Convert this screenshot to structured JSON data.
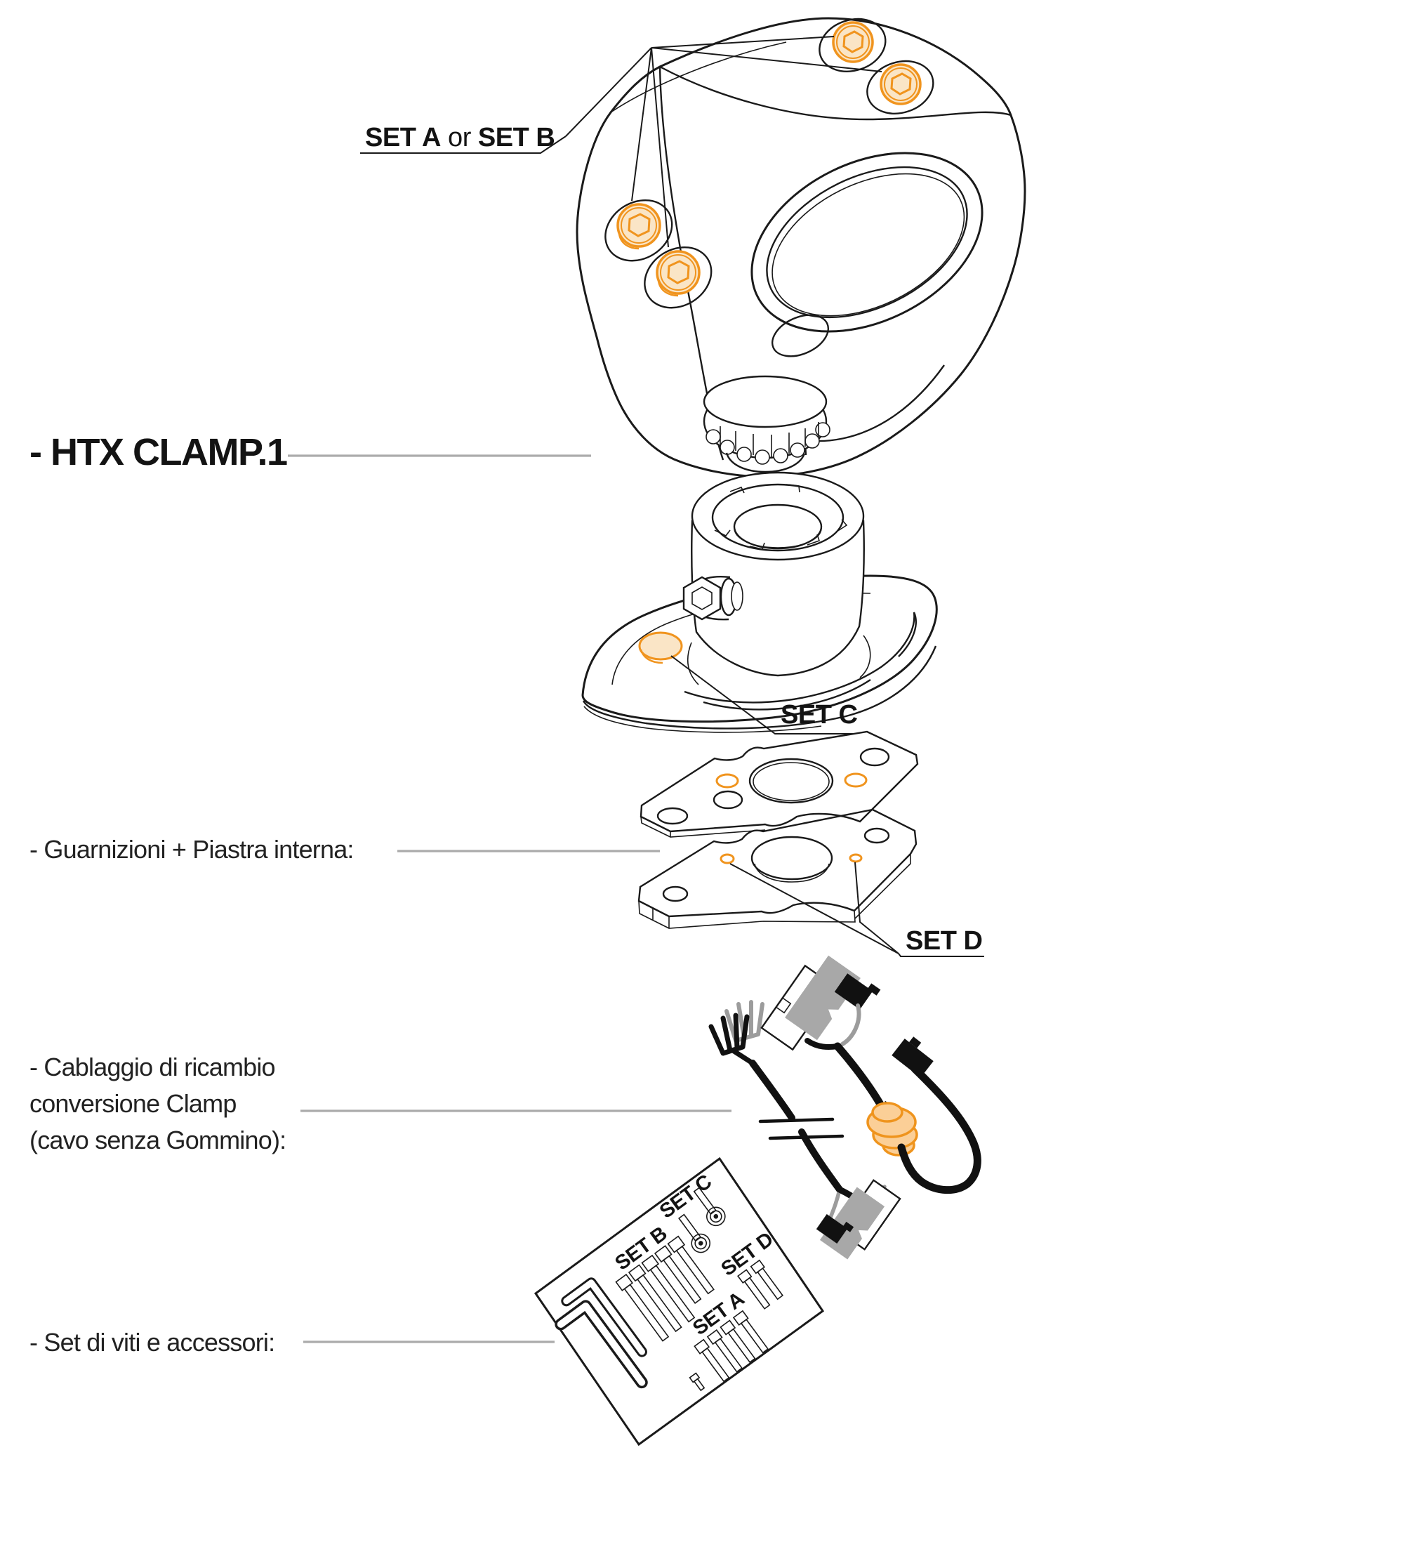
{
  "title": "HTX CLAMP.1 exploded spare-parts diagram",
  "labels": {
    "product_name": "- HTX CLAMP.1",
    "set_ab": {
      "part1": "SET A",
      "part2": " or ",
      "part3": "SET B"
    },
    "set_c": "SET C",
    "set_d": "SET D",
    "gaskets_plate": "- Guarnizioni  + Piastra interna:",
    "cable_line1": "- Cablaggio di ricambio",
    "cable_line2": "conversione Clamp",
    "cable_line3": "(cavo senza Gommino):",
    "screw_kit": "- Set di viti e accessori:",
    "kit_labels": {
      "set_a": "SET A",
      "set_b": "SET B",
      "set_c": "SET C",
      "set_d": "SET D"
    }
  },
  "colors": {
    "line": "#1a1a1a",
    "leader_gray": "#ababab",
    "accent_orange": "#f0941e",
    "accent_orange_fill": "#fae5c6",
    "grommet_fill": "#fbcf97",
    "connector_gray": "#a8a8a8",
    "connector_black": "#111111",
    "background": "#ffffff"
  }
}
